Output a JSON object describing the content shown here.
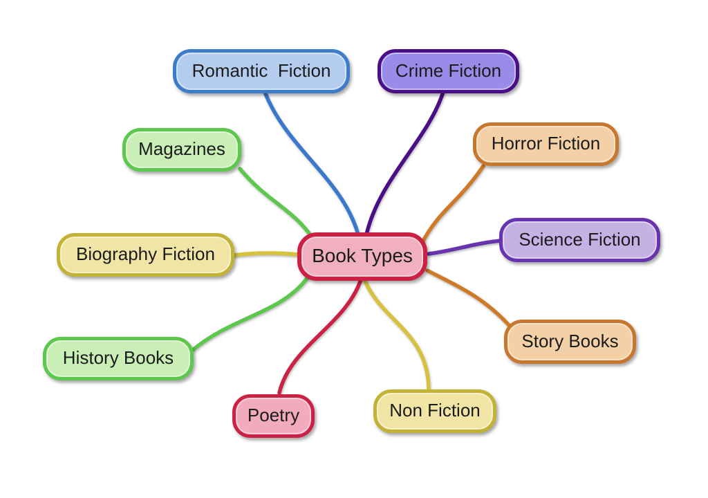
{
  "diagram": {
    "type": "mind-map",
    "background": "#ffffff",
    "text_color": "#1b1b1b",
    "center": {
      "id": "book-types",
      "label": "Book Types",
      "fill": "#f1b0c0",
      "border": "#cb2144"
    },
    "nodes": [
      {
        "id": "romantic-fiction",
        "label": "Romantic  Fiction",
        "fill": "#b4cdee",
        "border": "#3d7cc9",
        "edge": "#3a78cc"
      },
      {
        "id": "crime-fiction",
        "label": "Crime Fiction",
        "fill": "#998ce8",
        "border": "#4a0e86",
        "edge": "#4a0e86"
      },
      {
        "id": "horror-fiction",
        "label": "Horror Fiction",
        "fill": "#f3d0a6",
        "border": "#c8772e",
        "edge": "#cf7a28"
      },
      {
        "id": "science-fiction",
        "label": "Science Fiction",
        "fill": "#c5b1e4",
        "border": "#6733ae",
        "edge": "#6733ae"
      },
      {
        "id": "story-books",
        "label": "Story Books",
        "fill": "#f3d0a6",
        "border": "#c8772e",
        "edge": "#cf7a28"
      },
      {
        "id": "non-fiction",
        "label": "Non Fiction",
        "fill": "#f1e5a6",
        "border": "#c2b236",
        "edge": "#d6c23c"
      },
      {
        "id": "poetry",
        "label": "Poetry",
        "fill": "#f2abbe",
        "border": "#cb2144",
        "edge": "#cb2144"
      },
      {
        "id": "history-books",
        "label": "History Books",
        "fill": "#c9eeb6",
        "border": "#5dc84d",
        "edge": "#5dc84d"
      },
      {
        "id": "biography-fiction",
        "label": "Biography Fiction",
        "fill": "#f1e5a6",
        "border": "#c2b236",
        "edge": "#d6c23c"
      },
      {
        "id": "magazines",
        "label": "Magazines",
        "fill": "#c9eeb6",
        "border": "#5dc84d",
        "edge": "#5dc84d"
      }
    ]
  }
}
